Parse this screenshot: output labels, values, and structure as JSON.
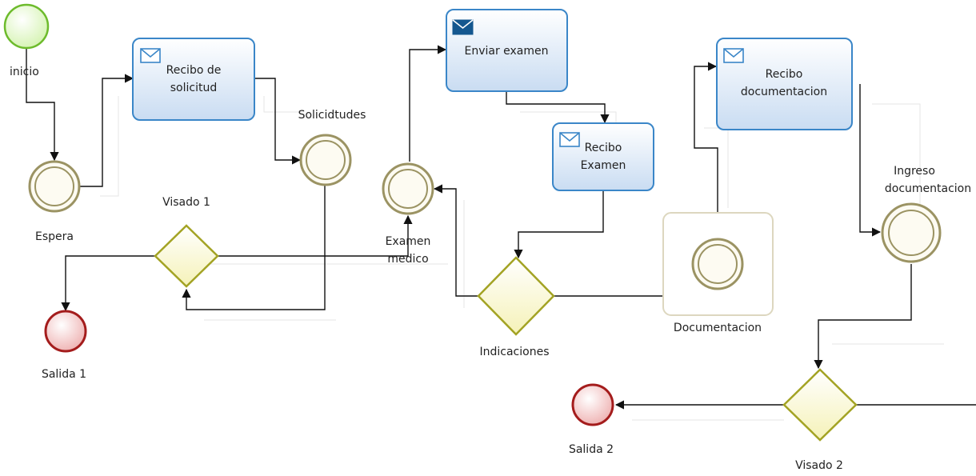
{
  "diagram": {
    "start_event": {
      "label": "inicio"
    },
    "tasks": [
      {
        "id": "recibo-solicitud",
        "lines": [
          "Recibo de",
          "solicitud"
        ],
        "icon": "envelope-outline-icon"
      },
      {
        "id": "enviar-examen",
        "lines": [
          "Enviar examen"
        ],
        "icon": "envelope-filled-icon"
      },
      {
        "id": "recibo-examen",
        "lines": [
          "Recibo",
          "Examen"
        ],
        "icon": "envelope-outline-icon"
      },
      {
        "id": "recibo-documentacion",
        "lines": [
          "Recibo",
          "documentacion"
        ],
        "icon": "envelope-outline-icon"
      }
    ],
    "intermediate_events": [
      {
        "id": "espera",
        "lines": [
          "Espera"
        ]
      },
      {
        "id": "solicitudes",
        "lines": [
          "Solicidtudes"
        ]
      },
      {
        "id": "examen-medico",
        "lines": [
          "Examen",
          "medico"
        ]
      },
      {
        "id": "documentacion",
        "lines": [
          "Documentacion"
        ]
      },
      {
        "id": "ingreso-documentacion",
        "lines": [
          "Ingreso",
          "documentacion"
        ]
      }
    ],
    "gateways": [
      {
        "id": "visado-1",
        "label": "Visado 1"
      },
      {
        "id": "indicaciones",
        "label": "Indicaciones"
      },
      {
        "id": "visado-2",
        "label": "Visado 2"
      }
    ],
    "end_events": [
      {
        "id": "salida-1",
        "label": "Salida 1"
      },
      {
        "id": "salida-2",
        "label": "Salida 2"
      }
    ],
    "colors": {
      "task_border": "#3a86c8",
      "task_fill_top": "#ffffff",
      "task_fill_bottom": "#c9dcf2",
      "start_border": "#6dbb2c",
      "end_border": "#a41c1c",
      "gateway_border": "#a3a324",
      "event_border": "#9b9363"
    }
  }
}
